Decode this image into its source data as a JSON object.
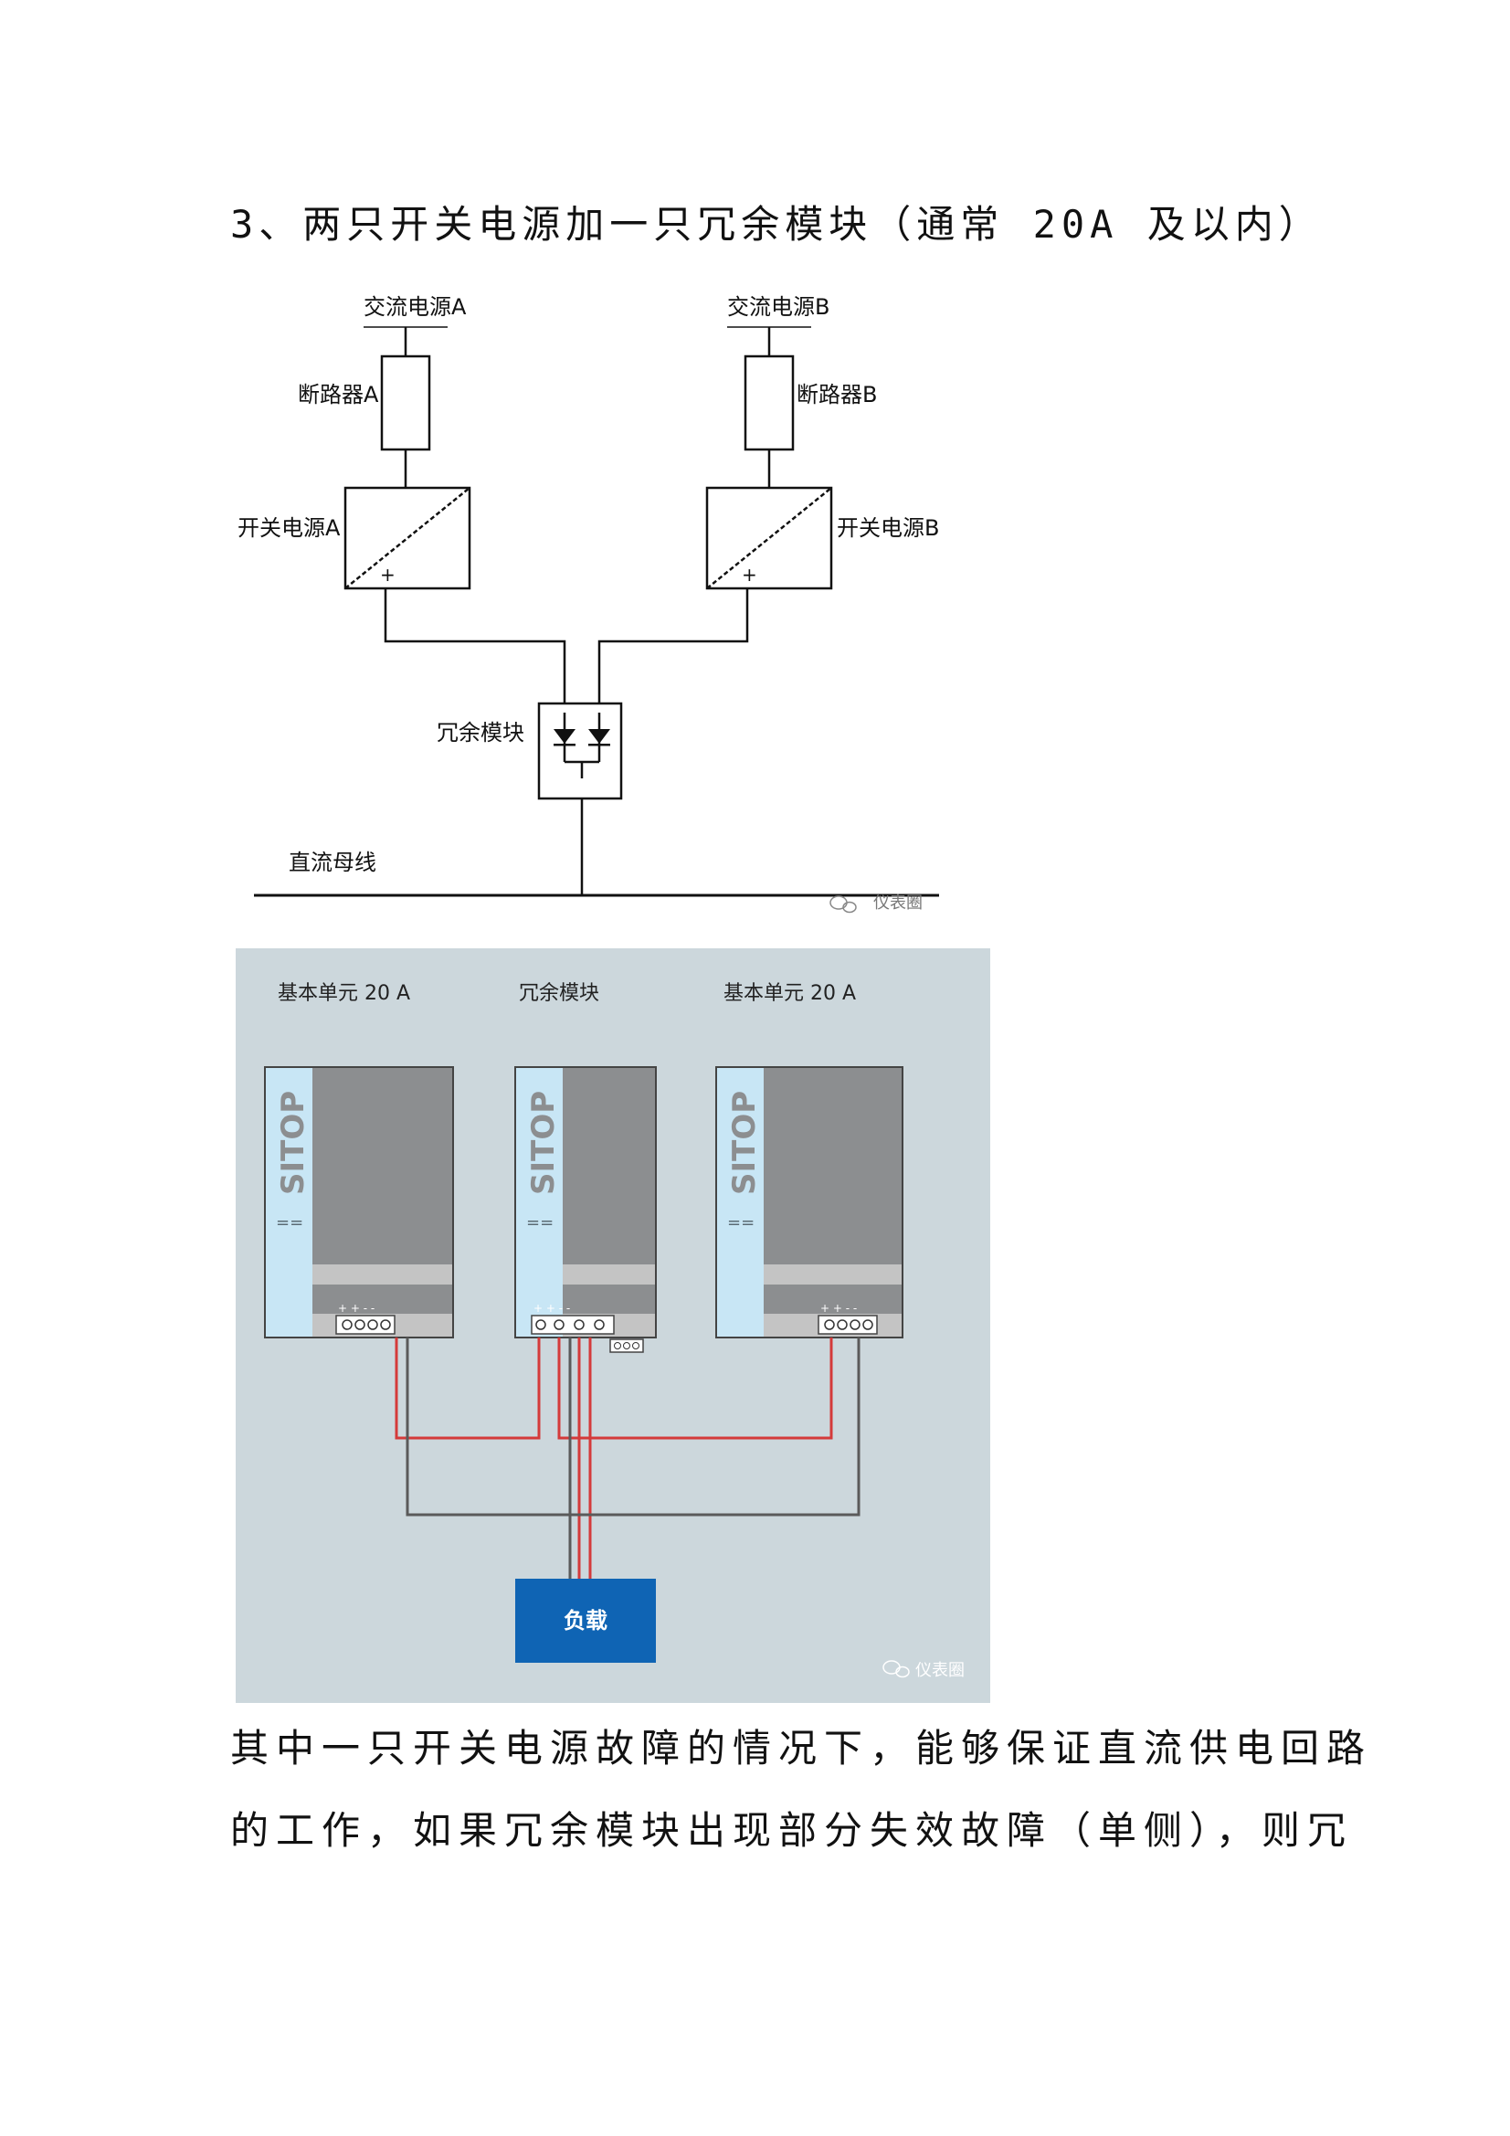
{
  "heading": "3、两只开关电源加一只冗余模块（通常 20A 及以内）",
  "diagram1": {
    "ac_a": "交流电源A",
    "ac_b": "交流电源B",
    "breaker_a": "断路器A",
    "breaker_b": "断路器B",
    "psu_a": "开关电源A",
    "psu_b": "开关电源B",
    "plus": "+",
    "redundancy": "冗余模块",
    "dc_bus": "直流母线",
    "watermark": "仪表圈"
  },
  "diagram2": {
    "label_left": "基本单元 20 A",
    "label_mid": "冗余模块",
    "label_right": "基本单元 20 A",
    "brand": "SITOP",
    "dc_symbol": "==",
    "terminals": "+ + - -",
    "load": "负载",
    "watermark": "仪表圈",
    "colors": {
      "background": "#ccd7dc",
      "module_dark": "#8c8e90",
      "module_stripe": "#c8e6f5",
      "load": "#0f64b4",
      "wire_red": "#d43a3a",
      "wire_gray": "#5a5a5a"
    }
  },
  "paragraph": {
    "line1": "其中一只开关电源故障的情况下，能够保证直流供电回路",
    "line2": "的工作，如果冗余模块出现部分失效故障（单侧），则冗"
  }
}
